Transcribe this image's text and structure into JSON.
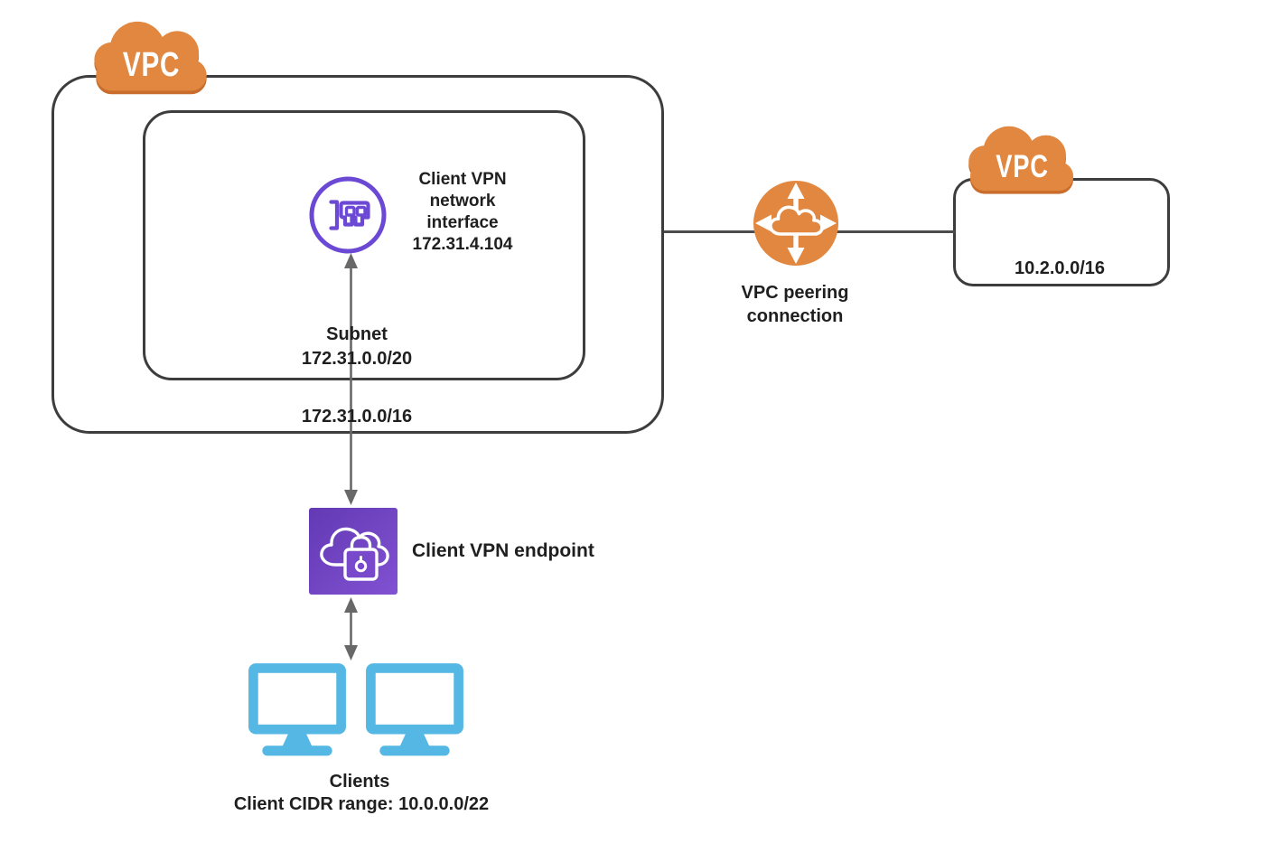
{
  "diagram": {
    "clouds": {
      "left_label": "VPC",
      "right_label": "VPC"
    },
    "vpc_left": {
      "cidr": "172.31.0.0/16"
    },
    "subnet": {
      "name": "Subnet",
      "cidr": "172.31.0.0/20"
    },
    "network_interface": {
      "line1": "Client VPN",
      "line2": "network",
      "line3": "interface",
      "ip": "172.31.4.104"
    },
    "peering": {
      "line1": "VPC peering",
      "line2": "connection"
    },
    "vpc_right": {
      "cidr": "10.2.0.0/16"
    },
    "endpoint": {
      "label": "Client VPN endpoint"
    },
    "clients": {
      "label": "Clients",
      "cidr": "Client CIDR range: 10.0.0.0/22"
    },
    "colors": {
      "orange": "#e2873f",
      "orange_shadow": "#c96d2d",
      "purple": "#6c49d4",
      "endpoint_gradient_start": "#6339b4",
      "endpoint_gradient_end": "#8152d2",
      "cyan": "#55b8e4",
      "box_border": "#3d3d3d",
      "connector": "#4c4c4c",
      "arrow": "#686868",
      "text": "#1f1f1f"
    },
    "icons": {
      "cloud": "vpc-cloud-icon",
      "nic": "network-interface-icon",
      "peering": "vpc-peering-icon",
      "endpoint": "client-vpn-endpoint-icon",
      "monitor": "client-monitor-icon"
    }
  }
}
